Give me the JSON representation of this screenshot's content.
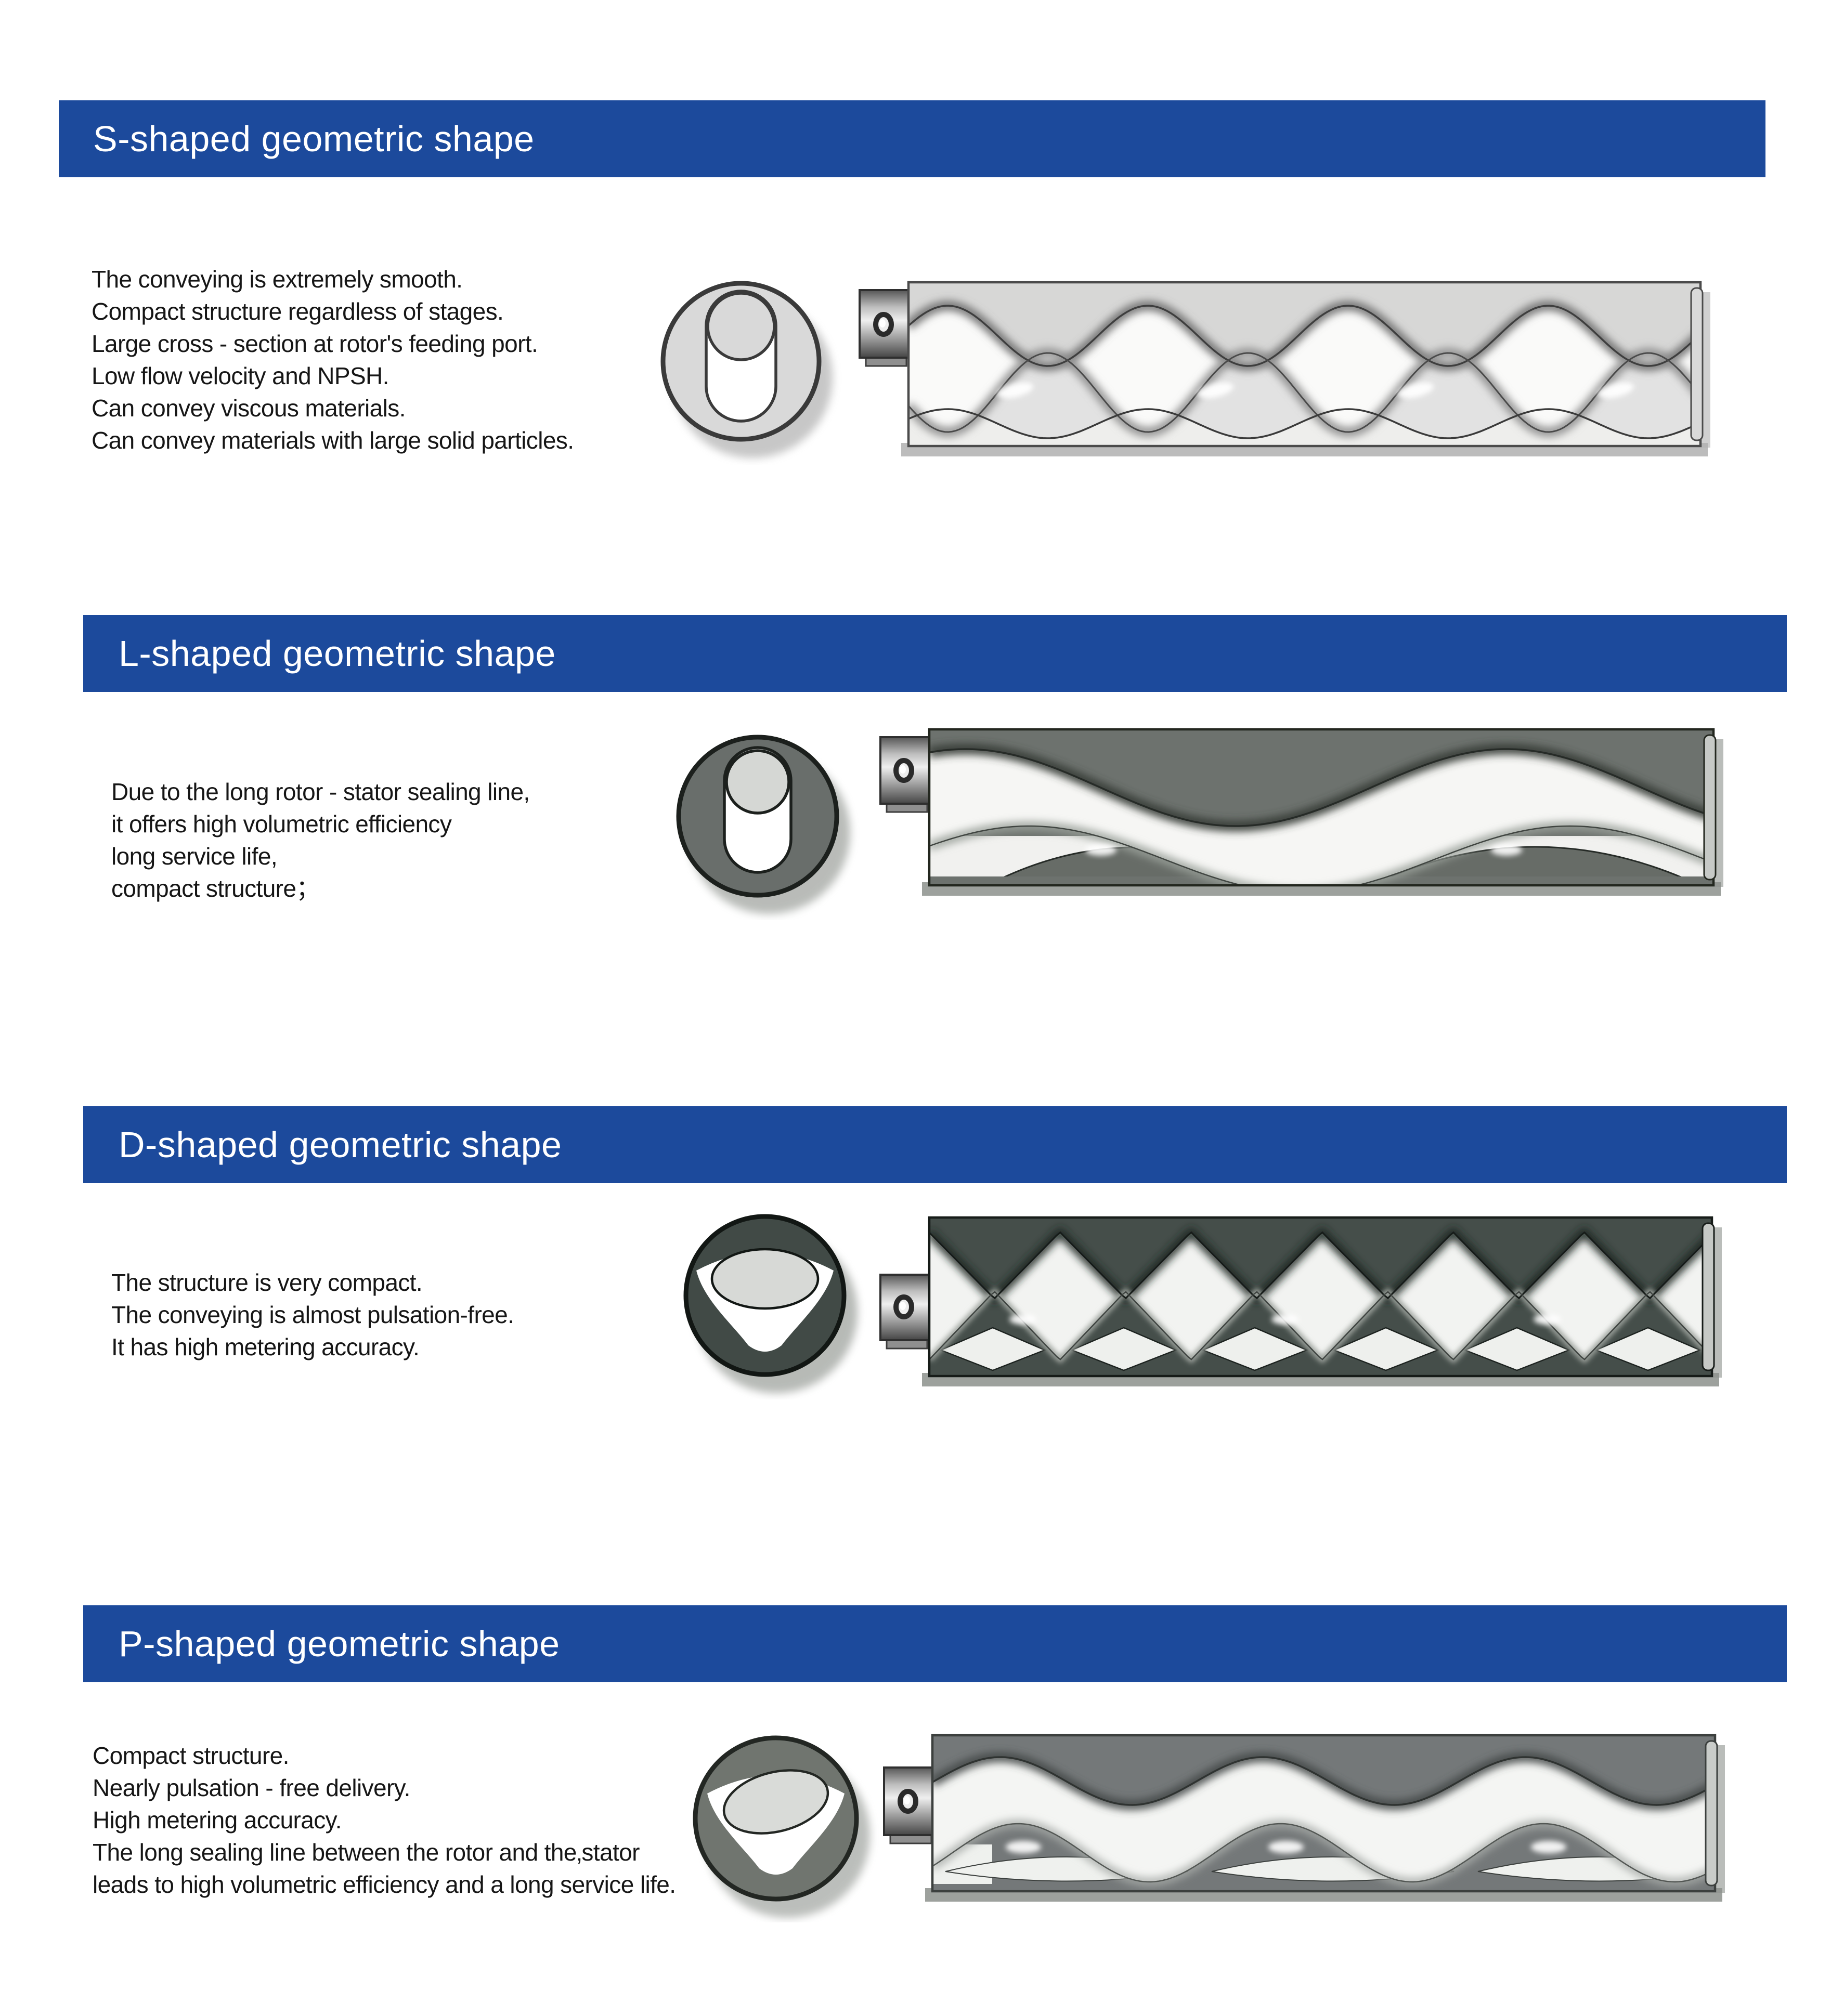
{
  "page": {
    "background": "#ffffff",
    "accent_blue": "#1c4a9c"
  },
  "colors": {
    "header_blue": "#1c4a9c",
    "header_text": "#ffffff",
    "body_text": "#161616",
    "stator_light_s": "#d9d9d9",
    "stator_dark_l": "#696e6b",
    "stator_darkest_d": "#414a46",
    "stator_medium_p": "#70756f"
  },
  "sections": [
    {
      "title": "S-shaped geometric shape",
      "description_lines": [
        "The conveying is extremely smooth.",
        "Compact structure regardless of stages.",
        "Large cross - section at rotor's feeding port.",
        "Low flow velocity and NPSH.",
        "Can convey viscous materials.",
        "Can convey materials with large solid particles."
      ],
      "cross_section_icon": "s-rotor-stator-cross-section",
      "longitudinal_icon": "s-pump-longitudinal-section"
    },
    {
      "title": "L-shaped geometric shape",
      "description_lines": [
        "Due to the long rotor - stator sealing line,",
        "it offers high volumetric efficiency",
        "long service life,",
        "compact structure；"
      ],
      "cross_section_icon": "l-rotor-stator-cross-section",
      "longitudinal_icon": "l-pump-longitudinal-section"
    },
    {
      "title": "D-shaped geometric shape",
      "description_lines": [
        "The structure is very compact.",
        "The conveying is almost pulsation-free.",
        "It has high metering accuracy."
      ],
      "cross_section_icon": "d-rotor-stator-cross-section",
      "longitudinal_icon": "d-pump-longitudinal-section"
    },
    {
      "title": "P-shaped geometric shape",
      "description_lines": [
        "Compact structure.",
        "Nearly pulsation - free delivery.",
        "High metering accuracy.",
        "The long sealing line between the rotor and the‚stator",
        "leads to high volumetric efficiency and a long service life."
      ],
      "cross_section_icon": "p-rotor-stator-cross-section",
      "longitudinal_icon": "p-pump-longitudinal-section"
    }
  ]
}
